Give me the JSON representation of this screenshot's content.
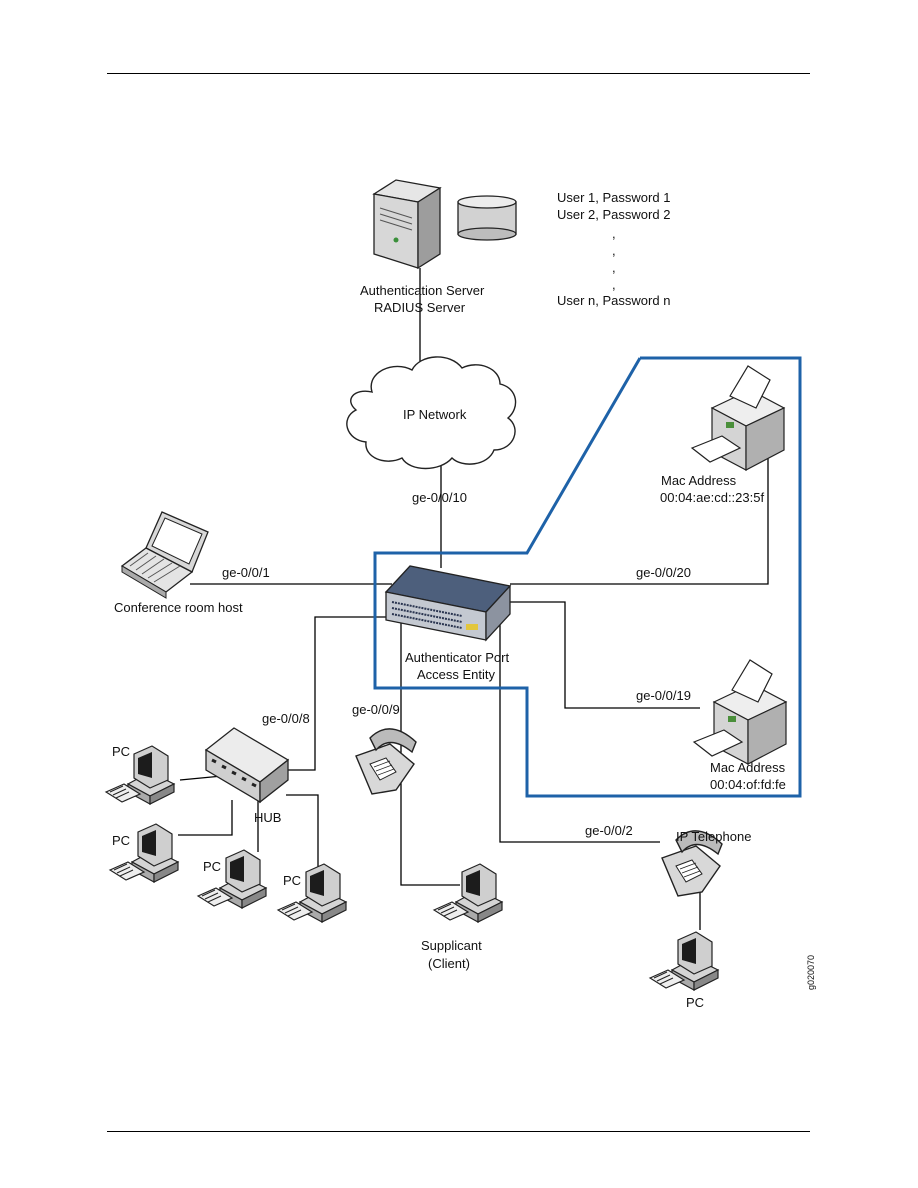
{
  "diagram": {
    "credentials": [
      "User 1,  Password 1",
      "User 2,  Password 2",
      ",",
      ",",
      ",",
      ",",
      "User n,  Password n"
    ],
    "auth_server": {
      "line1": "Authentication Server",
      "line2": "RADIUS Server"
    },
    "network": "IP Network",
    "switch": {
      "line1": "Authenticator Port",
      "line2": "Access Entity"
    },
    "ports": {
      "uplink": "ge-0/0/10",
      "conference": "ge-0/0/1",
      "printer1": "ge-0/0/20",
      "printer2": "ge-0/0/19",
      "hub": "ge-0/0/8",
      "phone1": "ge-0/0/9",
      "phone2": "ge-0/0/2"
    },
    "conference_host": "Conference room host",
    "printer1": {
      "title": "Mac Address",
      "mac": "00:04:ae:cd::23:5f"
    },
    "printer2": {
      "title": "Mac Address",
      "mac": "00:04:of:fd:fe"
    },
    "hub": "HUB",
    "pc": "PC",
    "supplicant": {
      "line1": "Supplicant",
      "line2": "(Client)"
    },
    "ip_telephone": "IP Telephone",
    "figure_id": "g020070",
    "colors": {
      "boundary": "#1e62a8",
      "switch_body": "#3d4f6a",
      "line": "#000000"
    }
  }
}
